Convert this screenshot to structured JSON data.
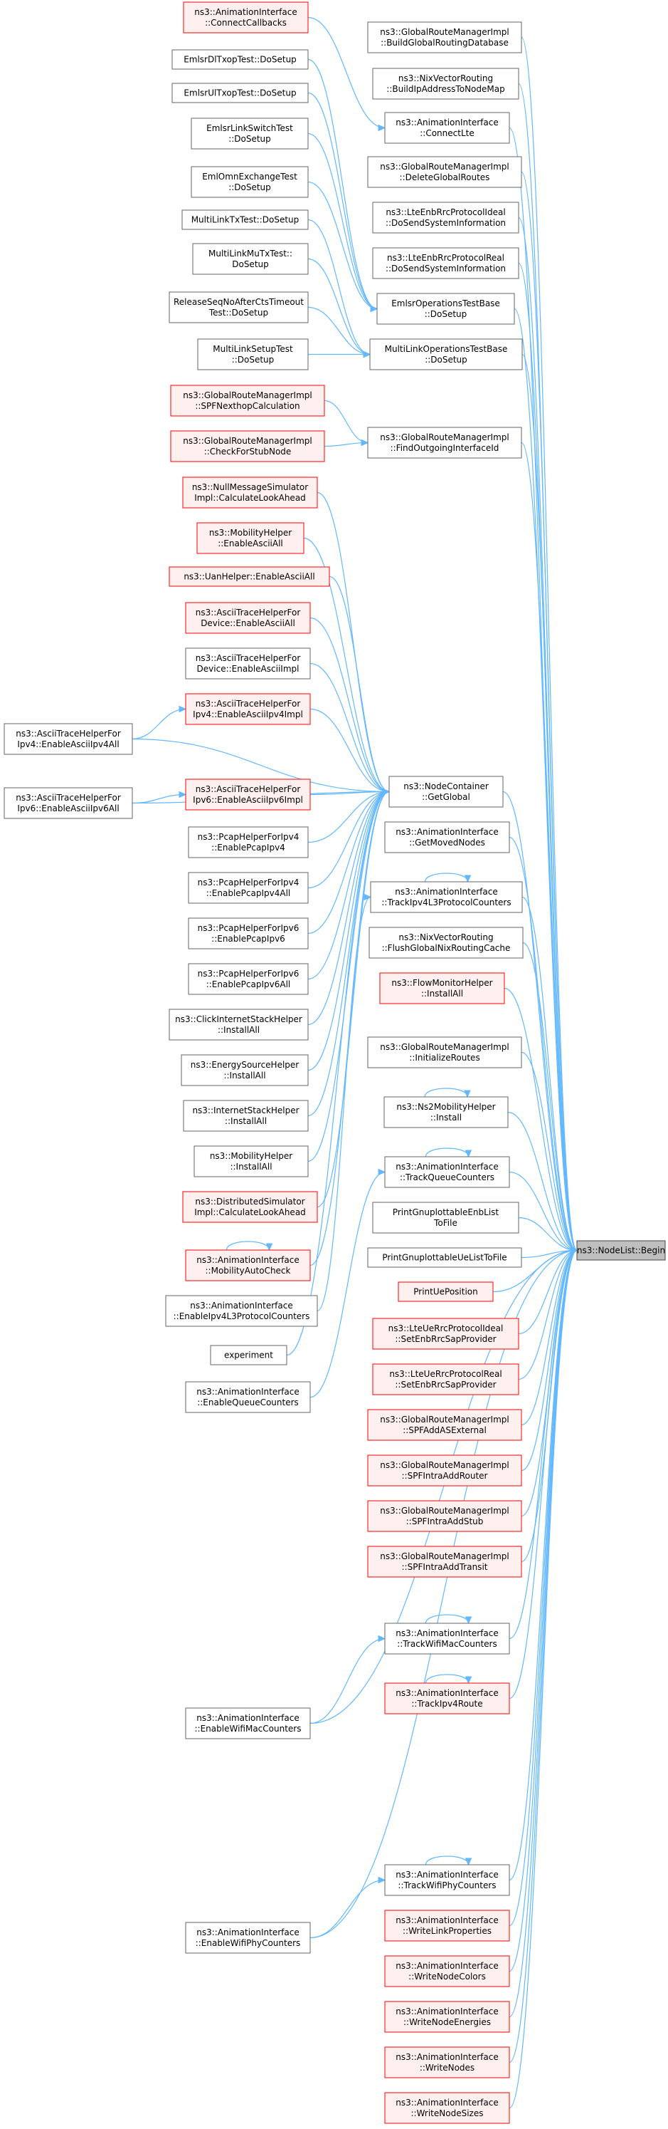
{
  "diagram": {
    "type": "call-graph",
    "target": "ns3::NodeList::Begin"
  },
  "nodes": [
    {
      "id": "ai_connectcb",
      "lines": [
        "ns3::AnimationInterface",
        "::ConnectCallbacks"
      ],
      "style": "red"
    },
    {
      "id": "emlsr_dl",
      "lines": [
        "EmlsrDlTxopTest::DoSetup"
      ],
      "style": "normal"
    },
    {
      "id": "emlsr_ul",
      "lines": [
        "EmlsrUlTxopTest::DoSetup"
      ],
      "style": "normal"
    },
    {
      "id": "emlsr_link",
      "lines": [
        "EmlsrLinkSwitchTest",
        "::DoSetup"
      ],
      "style": "normal"
    },
    {
      "id": "emlomn",
      "lines": [
        "EmlOmnExchangeTest",
        "::DoSetup"
      ],
      "style": "normal"
    },
    {
      "id": "multilinktx",
      "lines": [
        "MultiLinkTxTest::DoSetup"
      ],
      "style": "normal"
    },
    {
      "id": "multilinkmu",
      "lines": [
        "MultiLinkMuTxTest::",
        "DoSetup"
      ],
      "style": "normal"
    },
    {
      "id": "releaseseq",
      "lines": [
        "ReleaseSeqNoAfterCtsTimeout",
        "Test::DoSetup"
      ],
      "style": "normal"
    },
    {
      "id": "multilinksetup",
      "lines": [
        "MultiLinkSetupTest",
        "::DoSetup"
      ],
      "style": "normal"
    },
    {
      "id": "grm_spfnext",
      "lines": [
        "ns3::GlobalRouteManagerImpl",
        "::SPFNexthopCalculation"
      ],
      "style": "red"
    },
    {
      "id": "grm_checkstub",
      "lines": [
        "ns3::GlobalRouteManagerImpl",
        "::CheckForStubNode"
      ],
      "style": "red"
    },
    {
      "id": "nullmsg",
      "lines": [
        "ns3::NullMessageSimulator",
        "Impl::CalculateLookAhead"
      ],
      "style": "red"
    },
    {
      "id": "mobility_ascii",
      "lines": [
        "ns3::MobilityHelper",
        "::EnableAsciiAll"
      ],
      "style": "red"
    },
    {
      "id": "uan_ascii",
      "lines": [
        "ns3::UanHelper::EnableAsciiAll"
      ],
      "style": "red"
    },
    {
      "id": "atdev_all",
      "lines": [
        "ns3::AsciiTraceHelperFor",
        "Device::EnableAsciiAll"
      ],
      "style": "red"
    },
    {
      "id": "atdev_impl",
      "lines": [
        "ns3::AsciiTraceHelperFor",
        "Device::EnableAsciiImpl"
      ],
      "style": "normal"
    },
    {
      "id": "atipv4_impl",
      "lines": [
        "ns3::AsciiTraceHelperFor",
        "Ipv4::EnableAsciiIpv4Impl"
      ],
      "style": "red"
    },
    {
      "id": "atipv4_all",
      "lines": [
        "ns3::AsciiTraceHelperFor",
        "Ipv4::EnableAsciiIpv4All"
      ],
      "style": "normal"
    },
    {
      "id": "atipv6_impl",
      "lines": [
        "ns3::AsciiTraceHelperFor",
        "Ipv6::EnableAsciiIpv6Impl"
      ],
      "style": "red"
    },
    {
      "id": "atipv6_all",
      "lines": [
        "ns3::AsciiTraceHelperFor",
        "Ipv6::EnableAsciiIpv6All"
      ],
      "style": "normal"
    },
    {
      "id": "pcap_ipv4",
      "lines": [
        "ns3::PcapHelperForIpv4",
        "::EnablePcapIpv4"
      ],
      "style": "normal"
    },
    {
      "id": "pcap_ipv4all",
      "lines": [
        "ns3::PcapHelperForIpv4",
        "::EnablePcapIpv4All"
      ],
      "style": "normal"
    },
    {
      "id": "pcap_ipv6",
      "lines": [
        "ns3::PcapHelperForIpv6",
        "::EnablePcapIpv6"
      ],
      "style": "normal"
    },
    {
      "id": "pcap_ipv6all",
      "lines": [
        "ns3::PcapHelperForIpv6",
        "::EnablePcapIpv6All"
      ],
      "style": "normal"
    },
    {
      "id": "click_install",
      "lines": [
        "ns3::ClickInternetStackHelper",
        "::InstallAll"
      ],
      "style": "normal"
    },
    {
      "id": "energy_install",
      "lines": [
        "ns3::EnergySourceHelper",
        "::InstallAll"
      ],
      "style": "normal"
    },
    {
      "id": "inet_install",
      "lines": [
        "ns3::InternetStackHelper",
        "::InstallAll"
      ],
      "style": "normal"
    },
    {
      "id": "mob_install",
      "lines": [
        "ns3::MobilityHelper",
        "::InstallAll"
      ],
      "style": "normal"
    },
    {
      "id": "distsim",
      "lines": [
        "ns3::DistributedSimulator",
        "Impl::CalculateLookAhead"
      ],
      "style": "red"
    },
    {
      "id": "ai_mobcheck",
      "lines": [
        "ns3::AnimationInterface",
        "::MobilityAutoCheck"
      ],
      "style": "red"
    },
    {
      "id": "ai_enipv4l3",
      "lines": [
        "ns3::AnimationInterface",
        "::EnableIpv4L3ProtocolCounters"
      ],
      "style": "normal"
    },
    {
      "id": "experiment",
      "lines": [
        "experiment"
      ],
      "style": "normal"
    },
    {
      "id": "ai_enqueue",
      "lines": [
        "ns3::AnimationInterface",
        "::EnableQueueCounters"
      ],
      "style": "normal"
    },
    {
      "id": "ai_enwifimac",
      "lines": [
        "ns3::AnimationInterface",
        "::EnableWifiMacCounters"
      ],
      "style": "normal"
    },
    {
      "id": "ai_enwifiphy",
      "lines": [
        "ns3::AnimationInterface",
        "::EnableWifiPhyCounters"
      ],
      "style": "normal"
    },
    {
      "id": "grm_buildglobal",
      "lines": [
        "ns3::GlobalRouteManagerImpl",
        "::BuildGlobalRoutingDatabase"
      ],
      "style": "normal"
    },
    {
      "id": "nix_buildip",
      "lines": [
        "ns3::NixVectorRouting",
        "::BuildIpAddressToNodeMap"
      ],
      "style": "normal"
    },
    {
      "id": "ai_connectlte",
      "lines": [
        "ns3::AnimationInterface",
        "::ConnectLte"
      ],
      "style": "normal"
    },
    {
      "id": "grm_delete",
      "lines": [
        "ns3::GlobalRouteManagerImpl",
        "::DeleteGlobalRoutes"
      ],
      "style": "normal"
    },
    {
      "id": "lte_ideal_sys",
      "lines": [
        "ns3::LteEnbRrcProtocolIdeal",
        "::DoSendSystemInformation"
      ],
      "style": "normal"
    },
    {
      "id": "lte_real_sys",
      "lines": [
        "ns3::LteEnbRrcProtocolReal",
        "::DoSendSystemInformation"
      ],
      "style": "normal"
    },
    {
      "id": "emlsrops",
      "lines": [
        "EmlsrOperationsTestBase",
        "::DoSetup"
      ],
      "style": "normal"
    },
    {
      "id": "mlops",
      "lines": [
        "MultiLinkOperationsTestBase",
        "::DoSetup"
      ],
      "style": "normal"
    },
    {
      "id": "grm_findout",
      "lines": [
        "ns3::GlobalRouteManagerImpl",
        "::FindOutgoingInterfaceId"
      ],
      "style": "normal"
    },
    {
      "id": "nodecont",
      "lines": [
        "ns3::NodeContainer",
        "::GetGlobal"
      ],
      "style": "normal"
    },
    {
      "id": "ai_getmoved",
      "lines": [
        "ns3::AnimationInterface",
        "::GetMovedNodes"
      ],
      "style": "normal"
    },
    {
      "id": "ai_trackipv4l3",
      "lines": [
        "ns3::AnimationInterface",
        "::TrackIpv4L3ProtocolCounters"
      ],
      "style": "normal"
    },
    {
      "id": "nix_flush",
      "lines": [
        "ns3::NixVectorRouting",
        "::FlushGlobalNixRoutingCache"
      ],
      "style": "normal"
    },
    {
      "id": "flowmon",
      "lines": [
        "ns3::FlowMonitorHelper",
        "::InstallAll"
      ],
      "style": "red"
    },
    {
      "id": "grm_init",
      "lines": [
        "ns3::GlobalRouteManagerImpl",
        "::InitializeRoutes"
      ],
      "style": "normal"
    },
    {
      "id": "ns2mob",
      "lines": [
        "ns3::Ns2MobilityHelper",
        "::Install"
      ],
      "style": "normal"
    },
    {
      "id": "ai_trackqueue",
      "lines": [
        "ns3::AnimationInterface",
        "::TrackQueueCounters"
      ],
      "style": "normal"
    },
    {
      "id": "print_enb",
      "lines": [
        "PrintGnuplottableEnbList",
        "ToFile"
      ],
      "style": "normal"
    },
    {
      "id": "print_ue",
      "lines": [
        "PrintGnuplottableUeListToFile"
      ],
      "style": "normal"
    },
    {
      "id": "print_uepos",
      "lines": [
        "PrintUePosition"
      ],
      "style": "red"
    },
    {
      "id": "lte_ue_ideal",
      "lines": [
        "ns3::LteUeRrcProtocolIdeal",
        "::SetEnbRrcSapProvider"
      ],
      "style": "red"
    },
    {
      "id": "lte_ue_real",
      "lines": [
        "ns3::LteUeRrcProtocolReal",
        "::SetEnbRrcSapProvider"
      ],
      "style": "red"
    },
    {
      "id": "grm_spfext",
      "lines": [
        "ns3::GlobalRouteManagerImpl",
        "::SPFAddASExternal"
      ],
      "style": "red"
    },
    {
      "id": "grm_spfrouter",
      "lines": [
        "ns3::GlobalRouteManagerImpl",
        "::SPFIntraAddRouter"
      ],
      "style": "red"
    },
    {
      "id": "grm_spfstub",
      "lines": [
        "ns3::GlobalRouteManagerImpl",
        "::SPFIntraAddStub"
      ],
      "style": "red"
    },
    {
      "id": "grm_spftransit",
      "lines": [
        "ns3::GlobalRouteManagerImpl",
        "::SPFIntraAddTransit"
      ],
      "style": "red"
    },
    {
      "id": "ai_trackwifimac",
      "lines": [
        "ns3::AnimationInterface",
        "::TrackWifiMacCounters"
      ],
      "style": "normal"
    },
    {
      "id": "ai_trackipv4route",
      "lines": [
        "ns3::AnimationInterface",
        "::TrackIpv4Route"
      ],
      "style": "red"
    },
    {
      "id": "ai_trackwifiphy",
      "lines": [
        "ns3::AnimationInterface",
        "::TrackWifiPhyCounters"
      ],
      "style": "normal"
    },
    {
      "id": "ai_writelink",
      "lines": [
        "ns3::AnimationInterface",
        "::WriteLinkProperties"
      ],
      "style": "red"
    },
    {
      "id": "ai_writecolors",
      "lines": [
        "ns3::AnimationInterface",
        "::WriteNodeColors"
      ],
      "style": "red"
    },
    {
      "id": "ai_writeenergies",
      "lines": [
        "ns3::AnimationInterface",
        "::WriteNodeEnergies"
      ],
      "style": "red"
    },
    {
      "id": "ai_writenodes",
      "lines": [
        "ns3::AnimationInterface",
        "::WriteNodes"
      ],
      "style": "red"
    },
    {
      "id": "ai_writesizes",
      "lines": [
        "ns3::AnimationInterface",
        "::WriteNodeSizes"
      ],
      "style": "red"
    },
    {
      "id": "target",
      "lines": [
        "ns3::NodeList::Begin"
      ],
      "style": "target"
    }
  ],
  "edges": [
    [
      "ai_connectcb",
      "ai_connectlte"
    ],
    [
      "emlsr_dl",
      "emlsrops"
    ],
    [
      "emlsr_ul",
      "emlsrops"
    ],
    [
      "emlsr_link",
      "emlsrops"
    ],
    [
      "emlomn",
      "emlsrops"
    ],
    [
      "multilinktx",
      "mlops"
    ],
    [
      "multilinkmu",
      "mlops"
    ],
    [
      "releaseseq",
      "mlops"
    ],
    [
      "multilinksetup",
      "mlops"
    ],
    [
      "grm_spfnext",
      "grm_findout"
    ],
    [
      "grm_checkstub",
      "grm_findout"
    ],
    [
      "nullmsg",
      "nodecont"
    ],
    [
      "mobility_ascii",
      "nodecont"
    ],
    [
      "uan_ascii",
      "nodecont"
    ],
    [
      "atdev_all",
      "nodecont"
    ],
    [
      "atdev_impl",
      "nodecont"
    ],
    [
      "atipv4_impl",
      "nodecont"
    ],
    [
      "atipv4_all",
      "atipv4_impl"
    ],
    [
      "atipv4_all",
      "nodecont"
    ],
    [
      "atipv6_impl",
      "nodecont"
    ],
    [
      "atipv6_all",
      "atipv6_impl"
    ],
    [
      "atipv6_all",
      "nodecont"
    ],
    [
      "pcap_ipv4",
      "nodecont"
    ],
    [
      "pcap_ipv4all",
      "nodecont"
    ],
    [
      "pcap_ipv6",
      "nodecont"
    ],
    [
      "pcap_ipv6all",
      "nodecont"
    ],
    [
      "click_install",
      "nodecont"
    ],
    [
      "energy_install",
      "nodecont"
    ],
    [
      "inet_install",
      "nodecont"
    ],
    [
      "mob_install",
      "nodecont"
    ],
    [
      "distsim",
      "nodecont"
    ],
    [
      "ai_mobcheck",
      "nodecont"
    ],
    [
      "ai_mobcheck",
      "ai_mobcheck"
    ],
    [
      "experiment",
      "nodecont"
    ],
    [
      "ai_enipv4l3",
      "ai_trackipv4l3"
    ],
    [
      "ai_enqueue",
      "ai_trackqueue"
    ],
    [
      "ai_enwifimac",
      "ai_trackwifimac"
    ],
    [
      "ai_enwifimac",
      "target"
    ],
    [
      "ai_enwifiphy",
      "ai_trackwifiphy"
    ],
    [
      "ai_enwifiphy",
      "target"
    ],
    [
      "ai_trackipv4l3",
      "ai_trackipv4l3"
    ],
    [
      "ai_trackqueue",
      "ai_trackqueue"
    ],
    [
      "ns2mob",
      "ns2mob"
    ],
    [
      "ai_trackwifimac",
      "ai_trackwifimac"
    ],
    [
      "ai_trackipv4route",
      "ai_trackipv4route"
    ],
    [
      "ai_trackwifiphy",
      "ai_trackwifiphy"
    ],
    [
      "grm_buildglobal",
      "target"
    ],
    [
      "nix_buildip",
      "target"
    ],
    [
      "ai_connectlte",
      "target"
    ],
    [
      "grm_delete",
      "target"
    ],
    [
      "lte_ideal_sys",
      "target"
    ],
    [
      "lte_real_sys",
      "target"
    ],
    [
      "emlsrops",
      "target"
    ],
    [
      "mlops",
      "target"
    ],
    [
      "grm_findout",
      "target"
    ],
    [
      "nodecont",
      "target"
    ],
    [
      "ai_getmoved",
      "target"
    ],
    [
      "ai_trackipv4l3",
      "target"
    ],
    [
      "nix_flush",
      "target"
    ],
    [
      "flowmon",
      "target"
    ],
    [
      "grm_init",
      "target"
    ],
    [
      "ns2mob",
      "target"
    ],
    [
      "ai_trackqueue",
      "target"
    ],
    [
      "print_enb",
      "target"
    ],
    [
      "print_ue",
      "target"
    ],
    [
      "print_uepos",
      "target"
    ],
    [
      "lte_ue_ideal",
      "target"
    ],
    [
      "lte_ue_real",
      "target"
    ],
    [
      "grm_spfext",
      "target"
    ],
    [
      "grm_spfrouter",
      "target"
    ],
    [
      "grm_spfstub",
      "target"
    ],
    [
      "grm_spftransit",
      "target"
    ],
    [
      "ai_trackwifimac",
      "target"
    ],
    [
      "ai_trackipv4route",
      "target"
    ],
    [
      "ai_trackwifiphy",
      "target"
    ],
    [
      "ai_writelink",
      "target"
    ],
    [
      "ai_writecolors",
      "target"
    ],
    [
      "ai_writeenergies",
      "target"
    ],
    [
      "ai_writenodes",
      "target"
    ],
    [
      "ai_writesizes",
      "target"
    ]
  ],
  "colors": {
    "edge": "#63b8ff",
    "border_normal": "#666666",
    "border_red": "#ff0000",
    "fill_red": "#fff0f0",
    "fill_target": "#bfbfbf"
  }
}
